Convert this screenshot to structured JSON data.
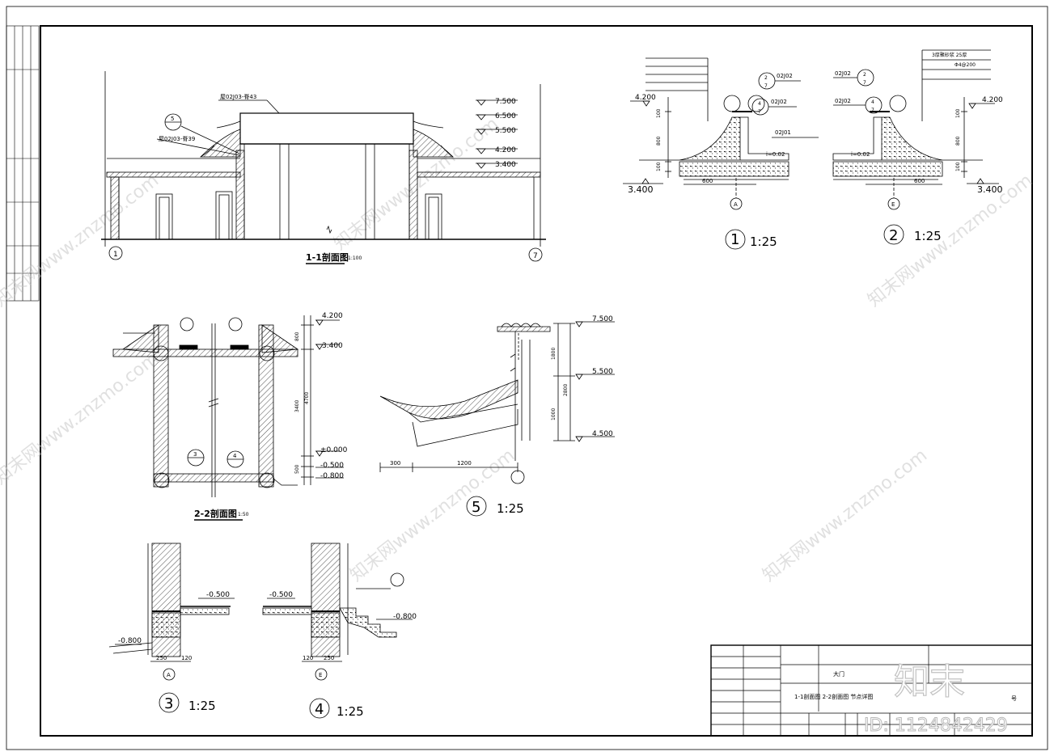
{
  "section_1_1": {
    "title": "1-1剖面图",
    "scale": "1:100",
    "refs": [
      "屋02J03-脊43",
      "屋02J03-脊39"
    ],
    "levels": [
      "7.500",
      "6.500",
      "5.500",
      "4.200",
      "3.400"
    ],
    "axes": [
      "1",
      "7"
    ],
    "detail_marker": "5"
  },
  "detail_1": {
    "number": "1",
    "scale": "1:25",
    "elev_left": "4.200",
    "elev_base": "3.400",
    "width": "600",
    "axis": "A",
    "dims": [
      "100",
      "800",
      "100"
    ],
    "slope": "i=0.02",
    "refs": [
      "02J02",
      "02J02",
      "02J01"
    ],
    "ref_sheets": [
      "7",
      "7"
    ],
    "ref_numbers": [
      "2",
      "4"
    ]
  },
  "detail_2": {
    "number": "2",
    "scale": "1:25",
    "elev_right": "4.200",
    "elev_base": "3.400",
    "width": "600",
    "axis": "E",
    "dims": [
      "100",
      "800",
      "100"
    ],
    "slope": "i=0.02",
    "refs": [
      "02J02",
      "02J02"
    ],
    "ref_sheets": [
      "7",
      "7"
    ],
    "ref_numbers": [
      "2",
      "4"
    ],
    "note_top": "3厚聚砂浆 25厚",
    "note_rebar": "Φ4@200"
  },
  "section_2_2": {
    "title": "2-2剖面图",
    "scale": "1:50",
    "levels": [
      "4.200",
      "3.400",
      "±0.000",
      "-0.500",
      "-0.800"
    ],
    "dims": [
      "800",
      "3400",
      "4700",
      "500"
    ],
    "markers": [
      "3",
      "4"
    ]
  },
  "detail_5": {
    "number": "5",
    "scale": "1:25",
    "levels": [
      "7.500",
      "5.500",
      "4.500"
    ],
    "dims": [
      "1800",
      "2800",
      "1000",
      "300",
      "1200"
    ]
  },
  "detail_3": {
    "number": "3",
    "scale": "1:25",
    "levels": [
      "-0.500",
      "-0.800"
    ],
    "dims": [
      "250",
      "120"
    ],
    "axis": "A"
  },
  "detail_4": {
    "number": "4",
    "scale": "1:25",
    "levels": [
      "-0.500",
      "-0.800"
    ],
    "dims": [
      "120",
      "250"
    ],
    "axis": "E"
  },
  "title_block": {
    "project": "大门",
    "drawing": "1-1剖面图  2-2剖面图  节点详图",
    "label_number": "号"
  },
  "watermark": {
    "text": "知末网www.znzmo.com",
    "brand": "知末",
    "id": "ID: 1124842429"
  }
}
